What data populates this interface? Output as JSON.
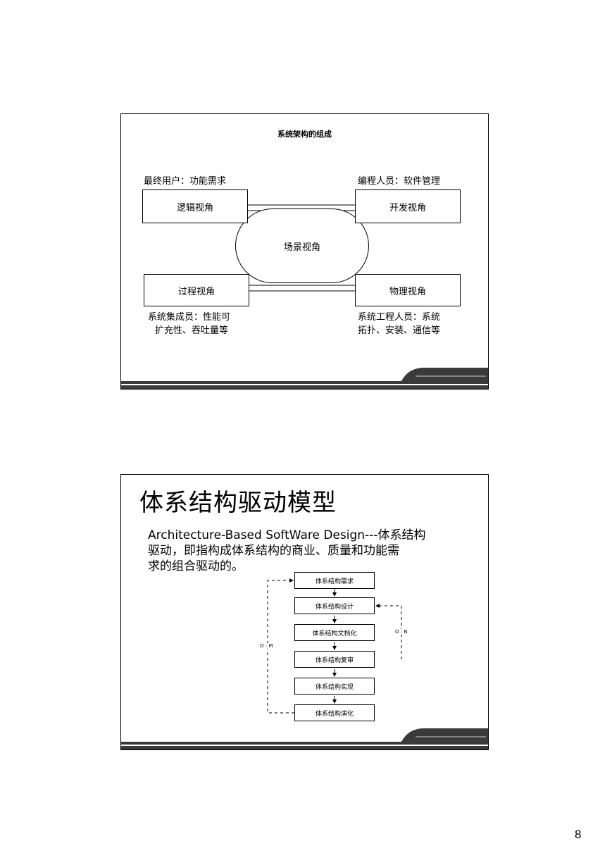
{
  "slide1": {
    "title": "系统架构的组成",
    "top_left_label": "最终用户：功能需求",
    "top_right_label": "编程人员：软件管理",
    "logical_view": "逻辑视角",
    "development_view": "开发视角",
    "scenario_view": "场景视角",
    "process_view": "过程视角",
    "physical_view": "物理视角",
    "bottom_left_line1": "系统集成员：性能可",
    "bottom_left_line2": "扩充性、吞吐量等",
    "bottom_right_line1": "系统工程人员：系统",
    "bottom_right_line2": "拓扑、安装、通信等"
  },
  "slide2": {
    "title": "体系结构驱动模型",
    "body_line1": "Architecture-Based SoftWare Design---体系结构",
    "body_line2": "驱动，即指构成体系结构的商业、质量和功能需",
    "body_line3": "求的组合驱动的。",
    "flow_steps": [
      "体系结构需求",
      "体系结构设计",
      "体系结构文档化",
      "体系结构复审",
      "体系结构实现",
      "体系结构演化"
    ],
    "left_loop_label": "O : M",
    "right_loop_label": "O : N"
  },
  "page_number": "8"
}
